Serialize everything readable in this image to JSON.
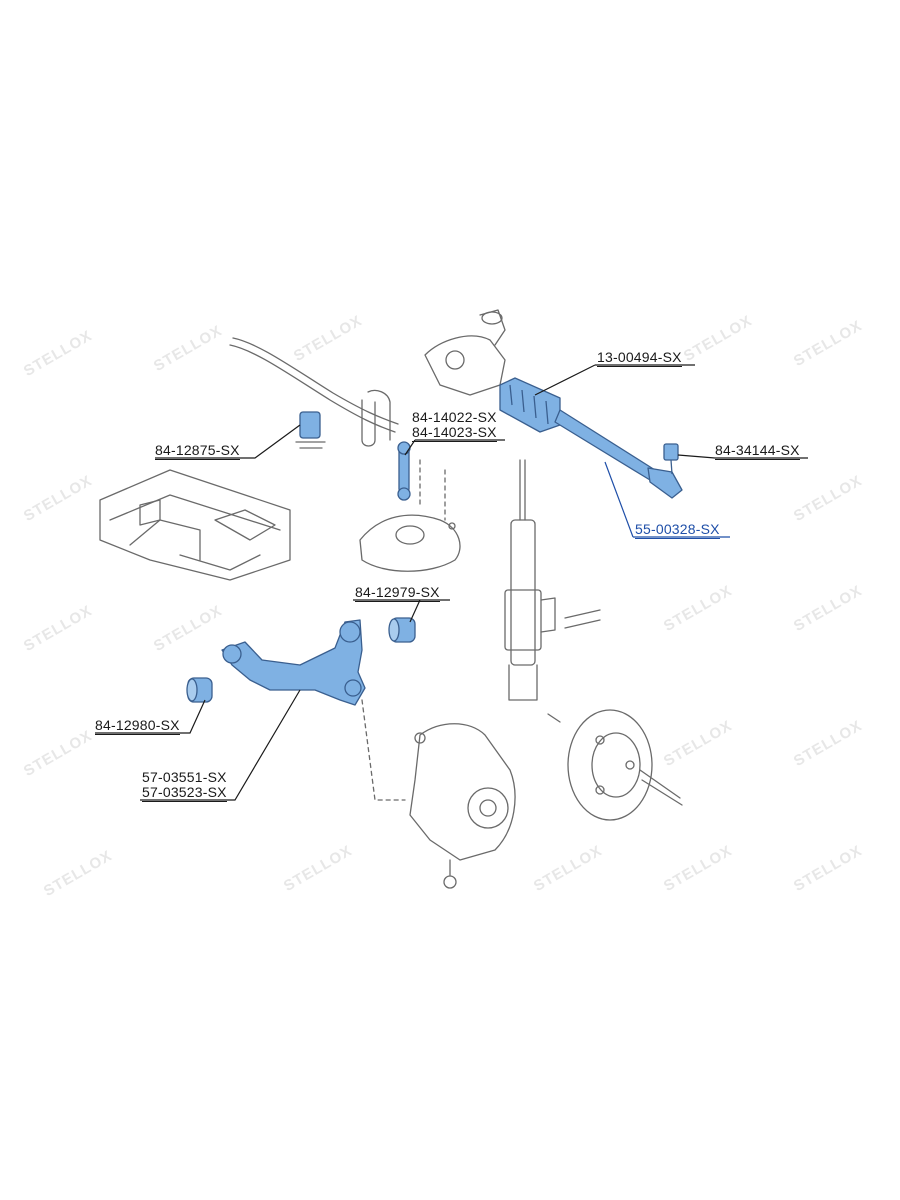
{
  "watermark": {
    "text": "STELLOX"
  },
  "colors": {
    "highlight_part": "#7fb1e3",
    "highlight_label": "#1f4fa8",
    "line_art": "#6a6a6a",
    "watermark": "#e7e7e7"
  },
  "callouts": {
    "steering_rack": "13-00494-SX",
    "tie_rod_end": "84-34144-SX",
    "tie_rod": "55-00328-SX",
    "stabilizer_link_a": "84-14022-SX",
    "stabilizer_link_b": "84-14023-SX",
    "stabilizer_bushing": "84-12875-SX",
    "control_arm_bushing_rear": "84-12979-SX",
    "control_arm_bushing_front": "84-12980-SX",
    "control_arm_a": "57-03551-SX",
    "control_arm_b": "57-03523-SX"
  }
}
